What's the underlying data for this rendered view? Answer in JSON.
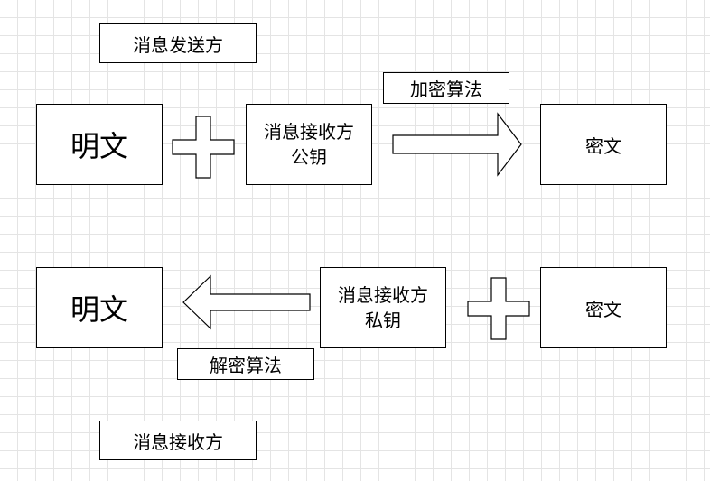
{
  "top": {
    "sender_label": "消息发送方",
    "plaintext": "明文",
    "public_key": "消息接收方\n公钥",
    "algorithm": "加密算法",
    "ciphertext": "密文"
  },
  "bottom": {
    "plaintext": "明文",
    "private_key": "消息接收方\n私钥",
    "ciphertext": "密文",
    "algorithm": "解密算法",
    "receiver_label": "消息接收方"
  }
}
